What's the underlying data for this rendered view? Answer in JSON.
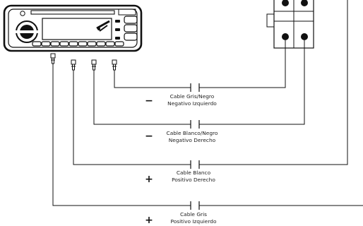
{
  "connections": [
    {
      "sign": "−",
      "line1": "Cable Gris/Negro",
      "line2": "Negativo Izquierdo"
    },
    {
      "sign": "−",
      "line1": "Cable Blanco/Negro",
      "line2": "Negativo Derecho"
    },
    {
      "sign": "+",
      "line1": "Cable Blanco",
      "line2": "Positivo Derecho"
    },
    {
      "sign": "+",
      "line1": "Cable Gris",
      "line2": "Positivo Izquierdo"
    }
  ]
}
